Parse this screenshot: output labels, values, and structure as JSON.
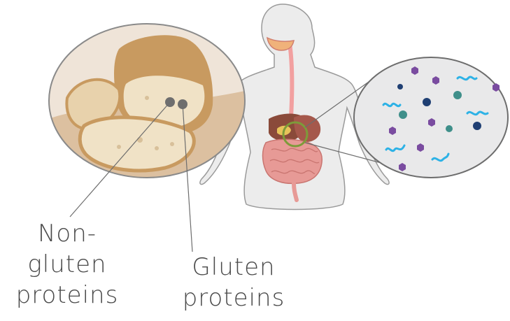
{
  "labels": {
    "non_gluten": [
      "Non-",
      "gluten",
      "proteins"
    ],
    "gluten": [
      "Gluten",
      "proteins"
    ]
  },
  "colors": {
    "body_fill": "#ececec",
    "body_stroke": "#9a9a9a",
    "esophagus": "#f2a0a0",
    "stomach": "#8a4a3a",
    "intestine": "#e79a96",
    "liver_highlight": "#e7c35a",
    "highlight_ring": "#7d9b3a",
    "callout_bg": "#e9e9ea",
    "callout_border": "#6d6d6d",
    "bread_crust": "#c89a60",
    "bread_crumb": "#f0e2c6",
    "protein_dot": "#6e6e6e",
    "bacteria_purple": "#7a4ca0",
    "bacteria_teal": "#3f8f8a",
    "bacteria_navy": "#1f3f73",
    "bacteria_blue": "#2db2e6"
  }
}
